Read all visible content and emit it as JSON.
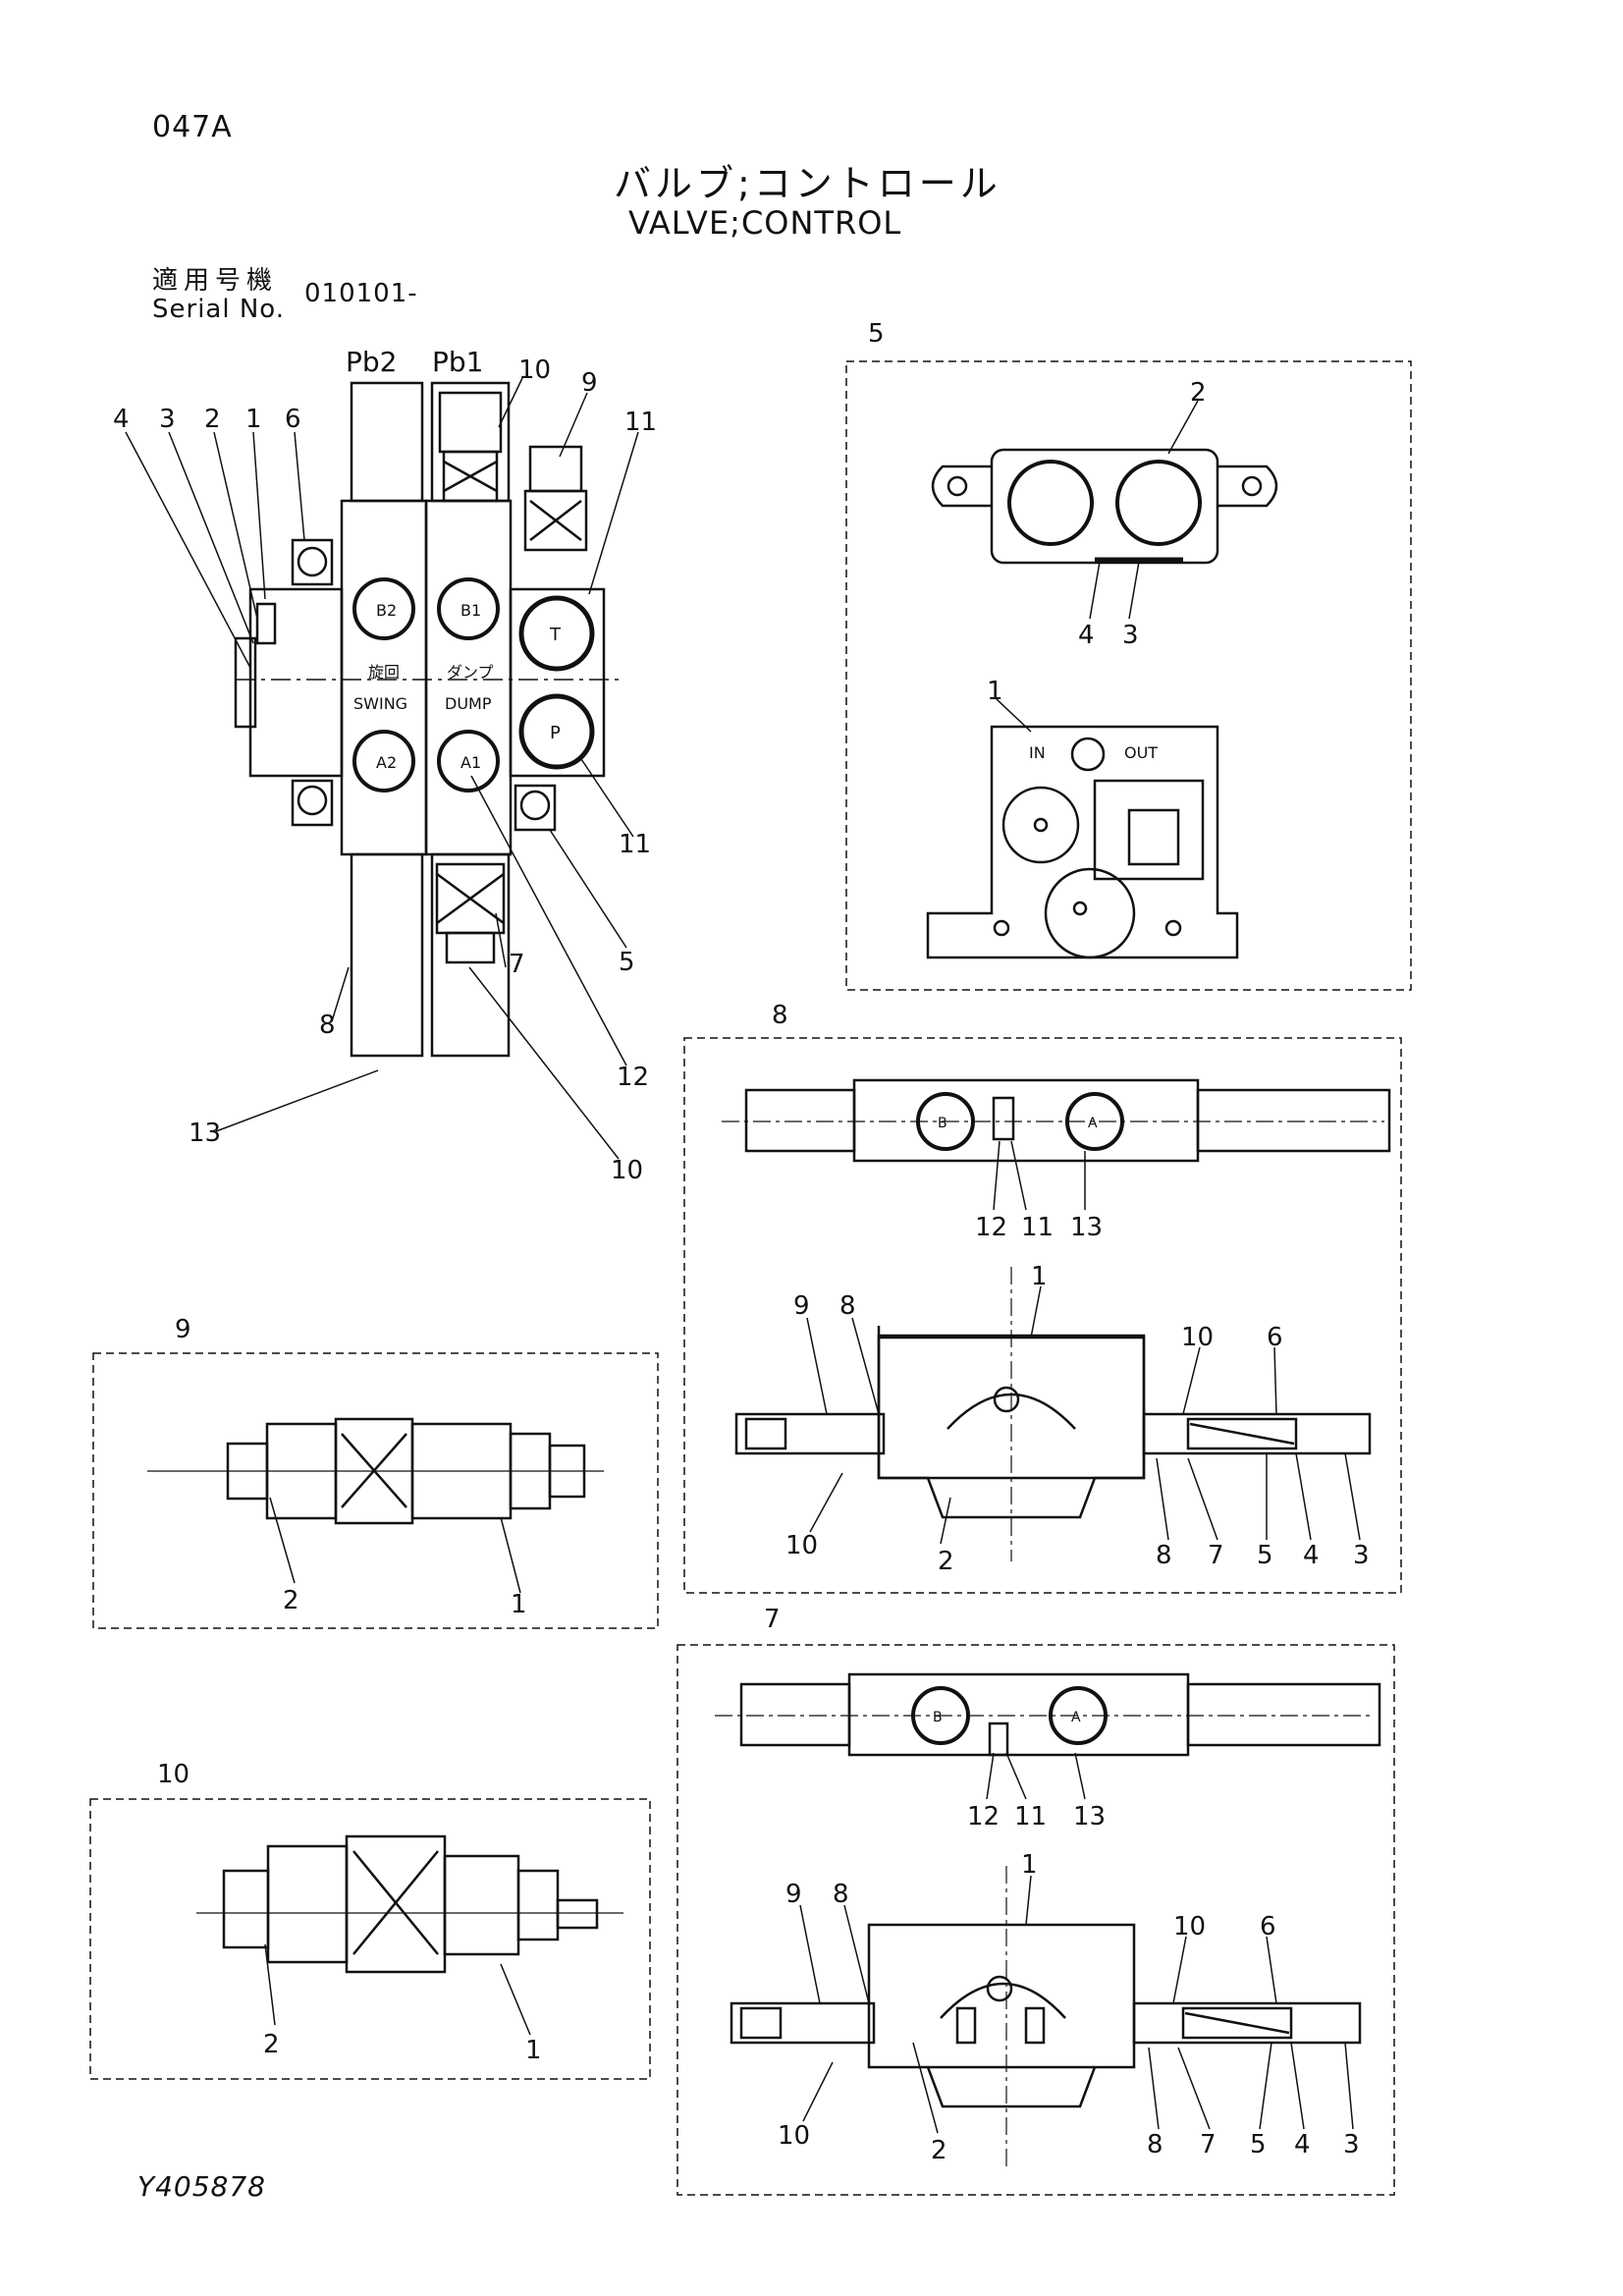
{
  "header": {
    "code": "047A",
    "title_jp": "バルブ;コントロール",
    "title_en": "VALVE;CONTROL",
    "serial_label_jp": "適用号機",
    "serial_label_en": "Serial No.",
    "serial_value": "010101-"
  },
  "footer": {
    "doc_id": "Y405878"
  },
  "main_assembly": {
    "ports": [
      "Pb2",
      "Pb1"
    ],
    "port_marks": [
      "B2",
      "B1",
      "T",
      "A2",
      "A1",
      "P"
    ],
    "sections_jp": [
      "旋回",
      "ダンプ"
    ],
    "sections_en": [
      "SWING",
      "DUMP"
    ],
    "callouts": [
      "4",
      "3",
      "2",
      "1",
      "6",
      "10",
      "9",
      "11",
      "11",
      "5",
      "7",
      "8",
      "12",
      "13",
      "10"
    ]
  },
  "inset_5": {
    "label": "5",
    "callouts": [
      "2",
      "4",
      "3",
      "1"
    ],
    "marks": [
      "IN",
      "OUT"
    ]
  },
  "inset_8": {
    "label": "8",
    "top_callouts": [
      "12",
      "11",
      "13"
    ],
    "port_marks": [
      "B",
      "A"
    ],
    "bottom_callouts": [
      "9",
      "8",
      "1",
      "10",
      "6",
      "10",
      "2",
      "8",
      "7",
      "5",
      "4",
      "3"
    ]
  },
  "inset_7": {
    "label": "7",
    "top_callouts": [
      "12",
      "11",
      "13"
    ],
    "port_marks": [
      "B",
      "A"
    ],
    "bottom_callouts": [
      "9",
      "8",
      "1",
      "10",
      "6",
      "10",
      "2",
      "8",
      "7",
      "5",
      "4",
      "3"
    ]
  },
  "inset_9": {
    "label": "9",
    "callouts": [
      "2",
      "1"
    ]
  },
  "inset_10": {
    "label": "10",
    "callouts": [
      "2",
      "1"
    ]
  }
}
